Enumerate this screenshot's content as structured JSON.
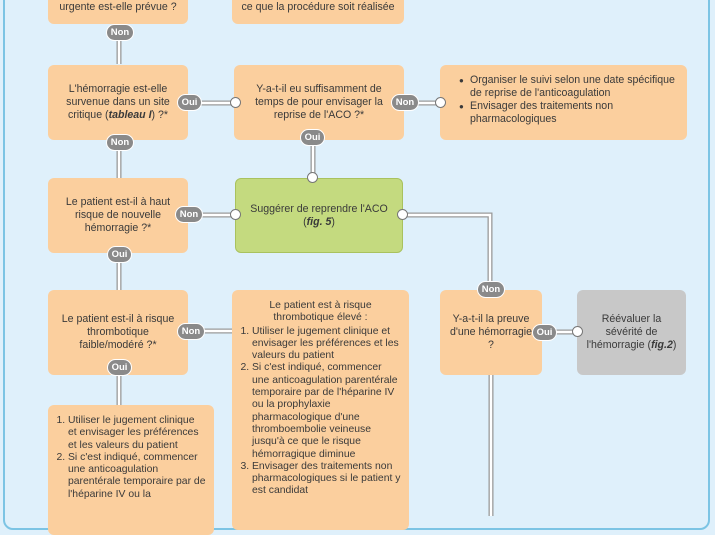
{
  "boxes": {
    "b_top_left": "urgente est-elle prévue ?",
    "b_top_mid": "ce que la procédure soit réalisée",
    "b_critical_pre": "L'hémorragie est-elle survenue dans un site critique (",
    "b_critical_ref": "tableau I",
    "b_critical_post": ") ?*",
    "b_time": "Y-a-t-il eu suffisamment de temps de pour envisager la reprise de l'ACO ?*",
    "b_org_items": [
      "Organiser le suivi selon une date spécifique de reprise de l'anticoagulation",
      "Envisager des traitements non pharmacologiques"
    ],
    "b_high_risk": "Le patient est-il à haut risque de nouvelle hémorragie ?*",
    "b_suggest_pre": "Suggérer de reprendre l'ACO (",
    "b_suggest_ref": "fig. 5",
    "b_suggest_post": ")",
    "b_thromb": "Le patient est-il à risque thrombotique faible/modéré ?*",
    "b_high_thromb_title": "Le patient est à risque thrombotique élevé :",
    "b_high_thromb_items": [
      "Utiliser le jugement clinique et envisager les préférences et les valeurs du patient",
      "Si c'est indiqué, commencer une anticoagulation parentérale temporaire par de l'héparine IV ou la prophylaxie pharmacologique d'une thromboembolie veineuse jusqu'à ce que le risque hémorragique diminue",
      "Envisager des traitements non pharmacologiques si le patient y est candidat"
    ],
    "b_proof": "Y-a-t-il la preuve d'une hémorragie ?",
    "b_reeval_pre": "Réévaluer la sévérité de l'hémorragie (",
    "b_reeval_ref": "fig.2",
    "b_reeval_post": ")",
    "b_bottom_items": [
      "Utiliser le jugement clinique et envisager les préférences et les valeurs du patient",
      "Si c'est indiqué, commencer une anticoagulation parentérale temporaire par de l'héparine IV ou la"
    ]
  },
  "tags": {
    "yes": "Oui",
    "no": "Non"
  },
  "colors": {
    "box": "#fbcf9e",
    "suggest": "#c4da7f",
    "reevaluate": "#c8c8c8",
    "tag": "#8a8a8a",
    "background": "#dff0fb",
    "frame": "#7cc4e4"
  }
}
